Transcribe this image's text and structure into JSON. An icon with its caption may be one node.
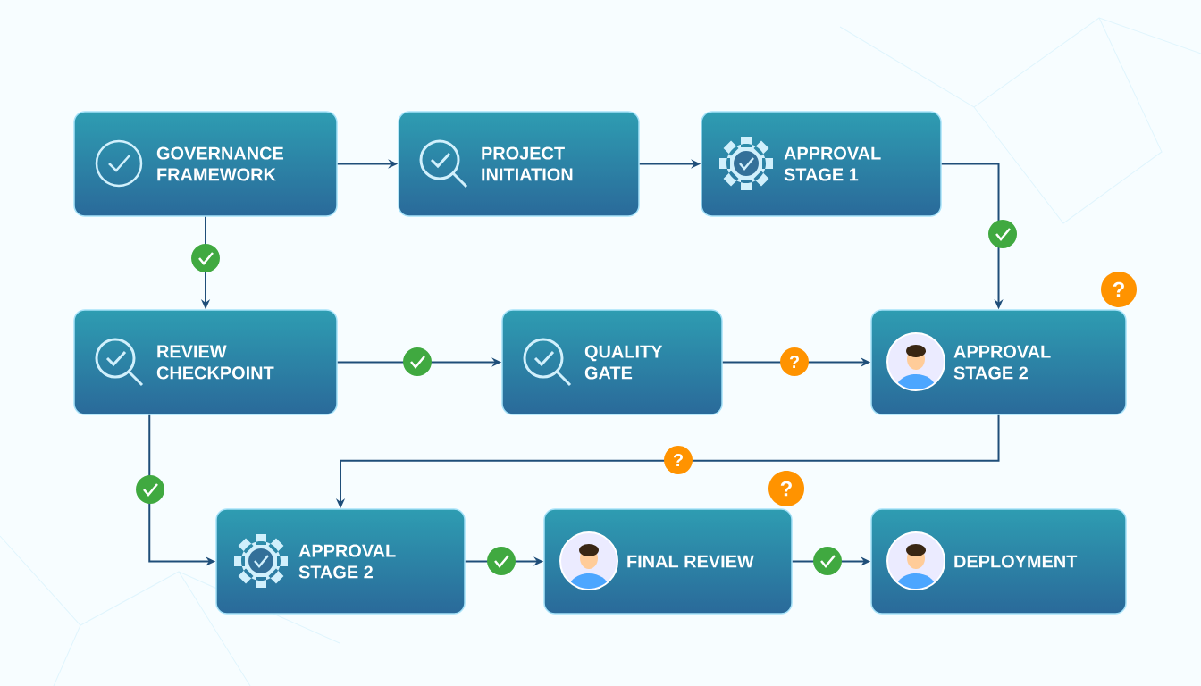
{
  "diagram": {
    "nodes": [
      {
        "text": [
          "GOVERNANCE FRAMEWORK"
        ]
      },
      {
        "text": [
          "PROJECT INITIATION"
        ]
      },
      {
        "text": [
          "APPROVAL STAGE 1"
        ]
      },
      {
        "text": [
          "REVIEW CHECKPOINT"
        ]
      },
      {
        "text": [
          "QUALITY GATE"
        ]
      },
      {
        "text": [
          "APPROVAL STAGE 2"
        ],
        "beside": [
          "?"
        ]
      },
      {
        "text": [
          "APPROVAL STAGE 2"
        ]
      },
      {
        "text": [
          "FINAL REVIEW"
        ],
        "beside": [
          "?"
        ]
      },
      {
        "text": [
          "DEPLOYMENT"
        ]
      }
    ],
    "edges": [
      {
        "from": 0,
        "to": 1,
        "arrow": "to"
      },
      {
        "from": 1,
        "to": 2,
        "arrow": "to"
      },
      {
        "from": 2,
        "to": 5,
        "arrow": "to"
      },
      {
        "from": 0,
        "to": 3,
        "arrow": "to"
      },
      {
        "from": 3,
        "to": 4,
        "arrow": "to"
      },
      {
        "from": 4,
        "to": 5,
        "arrow": "to",
        "label": "?"
      },
      {
        "from": 5,
        "to": 6,
        "arrow": "to",
        "label": "?"
      },
      {
        "from": 3,
        "to": 6,
        "arrow": "to"
      },
      {
        "from": 6,
        "to": 7,
        "arrow": "to"
      },
      {
        "from": 7,
        "to": 8,
        "arrow": "to"
      }
    ]
  }
}
